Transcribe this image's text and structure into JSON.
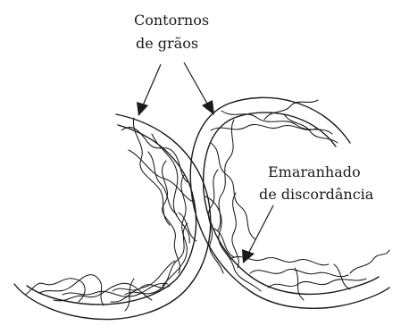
{
  "labels": {
    "grain_boundaries_line1": "Contornos",
    "grain_boundaries_line2": "de grãos",
    "dislocation_tangle_line1": "Emaranhado",
    "dislocation_tangle_line2": "de discordância"
  }
}
